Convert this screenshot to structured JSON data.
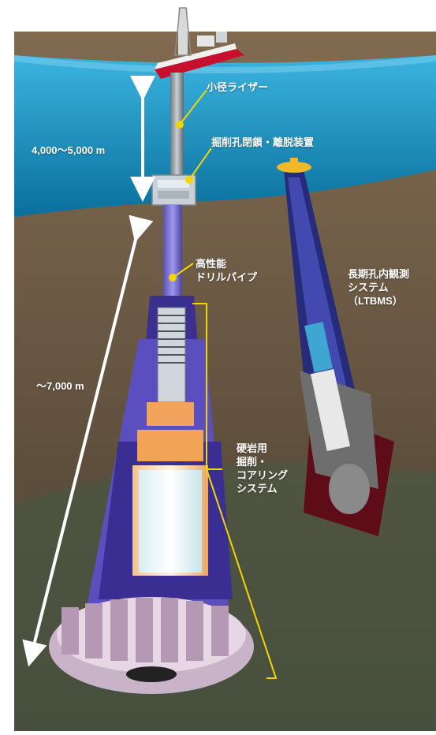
{
  "labels": {
    "riser": "小径ライザー",
    "bop": "掘削孔閉鎖・離脱装置",
    "depth_water": "4,000〜5,000 m",
    "drill_pipe": [
      "高性能",
      "ドリルパイプ"
    ],
    "depth_hole": "〜7,000 m",
    "ltbms": [
      "長期孔内観測",
      "システム",
      "（LTBMS）"
    ],
    "hard_rock": [
      "硬岩用",
      "掘削・",
      "コアリング",
      "システム"
    ]
  },
  "colors": {
    "ocean_top": "#2ea9d6",
    "ocean_bottom": "#0b79a8",
    "sediment": "#6b5a45",
    "deep_rock": "#3f5a3e",
    "pipe_purple": "#6d62c8",
    "callout": "#f3d500",
    "ship_red": "#c8102e"
  },
  "icons": [
    "drillship-icon",
    "double-arrow-icon",
    "drill-bit-icon",
    "core-barrel-icon",
    "sensor-string-icon"
  ]
}
